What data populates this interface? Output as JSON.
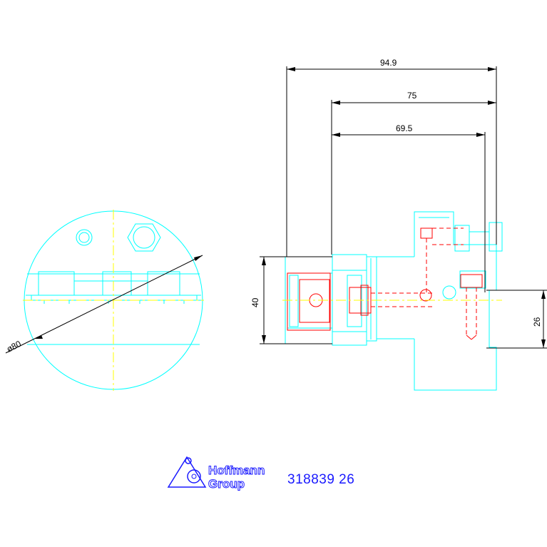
{
  "drawing": {
    "dimensions": {
      "overall_length": "94.9",
      "length_75": "75",
      "length_69_5": "69.5",
      "height_40": "40",
      "height_26": "26",
      "diameter": "ø80"
    },
    "colors": {
      "outline": "#00ffff",
      "hidden_parts": "#ff0000",
      "centerline": "#ffff00",
      "dimensions": "#000000",
      "logo": "#1a1aff"
    }
  },
  "logo": {
    "line1": "Hoffmann",
    "line2": "Group"
  },
  "part_number": "318839 26"
}
